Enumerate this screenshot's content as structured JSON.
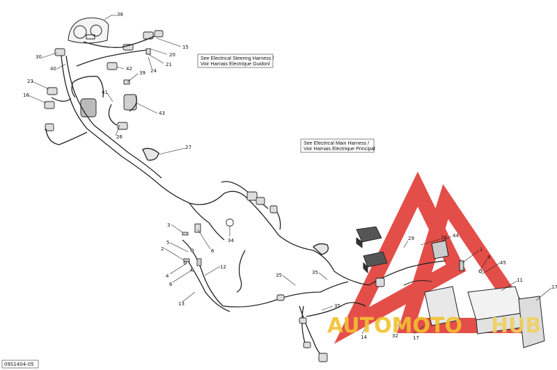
{
  "notes": {
    "steering": [
      "See Electrical Steering Harness /",
      "Voir Harnais Electrique Guidonl"
    ],
    "main": [
      "See Electrical Main Harness /",
      "Voir Harnais Electrique Principal"
    ]
  },
  "figure_code": "09S1404-05",
  "watermark": {
    "left": "AUTOMOTO",
    "right": "HUB",
    "color_left": "#f2c230",
    "color_right": "#f0d060",
    "logo_color": "#e0302a"
  },
  "callouts": [
    {
      "id": "c38",
      "label": "38"
    },
    {
      "id": "c15",
      "label": "15"
    },
    {
      "id": "c20",
      "label": "20"
    },
    {
      "id": "c30",
      "label": "30"
    },
    {
      "id": "c40",
      "label": "40"
    },
    {
      "id": "c21",
      "label": "21"
    },
    {
      "id": "c24",
      "label": "24"
    },
    {
      "id": "c42",
      "label": "42"
    },
    {
      "id": "c39",
      "label": "39"
    },
    {
      "id": "c23",
      "label": "23"
    },
    {
      "id": "c16",
      "label": "16"
    },
    {
      "id": "c41",
      "label": "41"
    },
    {
      "id": "c43",
      "label": "43"
    },
    {
      "id": "c26",
      "label": "26"
    },
    {
      "id": "c27",
      "label": "27"
    },
    {
      "id": "c3",
      "label": "3"
    },
    {
      "id": "c34",
      "label": "34"
    },
    {
      "id": "c6a",
      "label": "6"
    },
    {
      "id": "c5",
      "label": "5"
    },
    {
      "id": "c2",
      "label": "2"
    },
    {
      "id": "c4",
      "label": "4"
    },
    {
      "id": "c6b",
      "label": "6"
    },
    {
      "id": "c12",
      "label": "12"
    },
    {
      "id": "c13",
      "label": "13"
    },
    {
      "id": "c35a",
      "label": "35"
    },
    {
      "id": "c35b",
      "label": "35"
    },
    {
      "id": "c35c",
      "label": "35"
    },
    {
      "id": "c28",
      "label": "28"
    },
    {
      "id": "c29",
      "label": "29"
    },
    {
      "id": "c44",
      "label": "44"
    },
    {
      "id": "c1",
      "label": "1"
    },
    {
      "id": "c8",
      "label": "8"
    },
    {
      "id": "c45",
      "label": "45"
    },
    {
      "id": "c11",
      "label": "11"
    },
    {
      "id": "c17a",
      "label": "17"
    },
    {
      "id": "c17b",
      "label": "17"
    },
    {
      "id": "c14",
      "label": "14"
    },
    {
      "id": "c32",
      "label": "32"
    }
  ]
}
